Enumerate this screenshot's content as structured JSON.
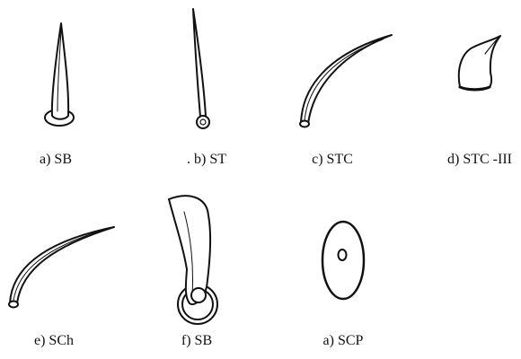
{
  "figure": {
    "captions": [
      {
        "text": "a) SB"
      },
      {
        "text": ". b) ST"
      },
      {
        "text": "c) STC"
      },
      {
        "text": "d) STC -III"
      },
      {
        "text": "e) SCh"
      },
      {
        "text": "f) SB"
      },
      {
        "text": "a) SCP"
      }
    ]
  },
  "colors": {
    "ink": "#111111",
    "background": "#ffffff"
  }
}
